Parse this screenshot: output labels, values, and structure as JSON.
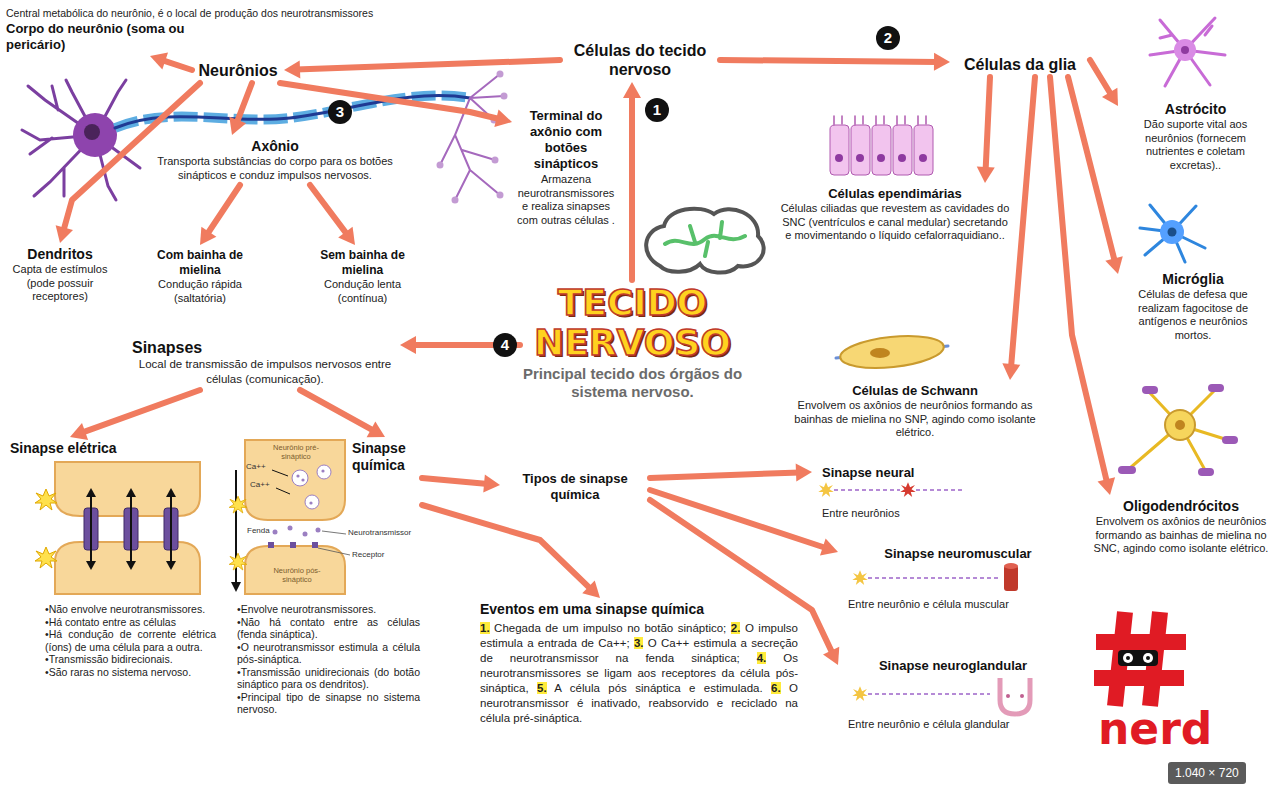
{
  "diagram": {
    "nodes": [
      {
        "text": [
          "Células do tecido nervoso"
        ]
      },
      {
        "text": [
          "Neurônios"
        ]
      },
      {
        "text": [
          "Células da glia"
        ]
      },
      {
        "text": [
          "Central metabólica do neurônio, é o local de produção dos neurotransmissores",
          "Corpo do neurônio (soma ou pericário)"
        ]
      },
      {
        "text": [
          "Axônio",
          "Transporta substâncias do corpo para os botões sinápticos e conduz impulsos nervosos."
        ]
      },
      {
        "text": [
          "Terminal do axônio com botões sinápticos",
          "Armazena neurotransmissores e realiza sinapses com outras células ."
        ]
      },
      {
        "text": [
          "Dendritos",
          "Capta de estímulos (pode possuir receptores)"
        ]
      },
      {
        "text": [
          "Com bainha de mielina",
          "Condução rápida (saltatória)"
        ]
      },
      {
        "text": [
          "Sem bainha de mielina",
          "Condução lenta (contínua)"
        ]
      },
      {
        "text": [
          "TECIDO NERVOSO",
          "Principal tecido dos órgãos do sistema nervoso."
        ]
      },
      {
        "text": [
          "Sinapses",
          "Local de transmissão de impulsos nervosos entre células (comunicação)."
        ]
      },
      {
        "text": [
          "Sinapse elétrica",
          "•Não envolve neurotransmissores.",
          "•Há contato entre as células",
          "•Há condução de corrente elétrica (íons) de uma célula para a outra.",
          "•Transmissão bidirecionais.",
          "•São raras no sistema nervoso."
        ]
      },
      {
        "text": [
          "Sinapse química",
          "•Envolve neurotransmissores.",
          "•Não há contato entre as células (fenda sináptica).",
          "•O neurotransmissor estimula a célula pós-sináptica.",
          "•Transmissão unidirecionais (do botão sináptico para os dendritos).",
          "•Principal tipo de sinapse no sistema nervoso."
        ]
      },
      {
        "text": [
          "Tipos de sinapse química"
        ]
      },
      {
        "text": [
          "Eventos em uma sinapse química",
          "1. Chegada de um impulso no botão sináptico; 2. O impulso estimula a entrada de Ca++; 3. O Ca++ estimula a secreção de neurotransmissor na fenda sináptica; 4. Os neurotransmissores se ligam aos receptores da célula pós-sináptica, 5. A célula pós sináptica e estimulada. 6. O neurotransmissor é inativado, reabsorvido e reciclado na célula pré-sináptica."
        ]
      },
      {
        "text": [
          "Sinapse neural",
          "Entre neurônios"
        ]
      },
      {
        "text": [
          "Sinapse neuromuscular",
          "Entre neurônio e célula muscular"
        ]
      },
      {
        "text": [
          "Sinapse neuroglandular",
          "Entre neurônio e célula glandular"
        ]
      },
      {
        "text": [
          "Astrócito",
          "Dão suporte vital aos neurônios (fornecem nutrientes e coletam excretas).."
        ]
      },
      {
        "text": [
          "Células ependimárias",
          "Células ciliadas que revestem as cavidades do SNC (ventrículos e canal medular) secretando e movimentando o líquido cefalorraquidiano.."
        ]
      },
      {
        "text": [
          "Micróglia",
          "Células de defesa que realizam fagocitose de antígenos e neurônios mortos."
        ]
      },
      {
        "text": [
          "Células de Schwann",
          "Envolvem os axônios de neurônios formando as bainhas de mielina no SNP, agindo como isolante elétrico."
        ]
      },
      {
        "text": [
          "Oligodendrócitos",
          "Envolvem os axônios de neurônios formando as bainhas de mielina no SNC, agindo como isolante elétrico."
        ]
      }
    ],
    "edges": [
      {
        "from": 9,
        "to": 0,
        "arrow": "to"
      },
      {
        "from": 0,
        "to": 1,
        "arrow": "to"
      },
      {
        "from": 0,
        "to": 2,
        "arrow": "to"
      },
      {
        "from": 1,
        "to": 3,
        "arrow": "to"
      },
      {
        "from": 1,
        "to": 4,
        "arrow": "to"
      },
      {
        "from": 1,
        "to": 5,
        "arrow": "to"
      },
      {
        "from": 1,
        "to": 6,
        "arrow": "to"
      },
      {
        "from": 4,
        "to": 7,
        "arrow": "to"
      },
      {
        "from": 4,
        "to": 8,
        "arrow": "to"
      },
      {
        "from": 9,
        "to": 10,
        "arrow": "to"
      },
      {
        "from": 10,
        "to": 11,
        "arrow": "to"
      },
      {
        "from": 10,
        "to": 12,
        "arrow": "to"
      },
      {
        "from": 12,
        "to": 13,
        "arrow": "to"
      },
      {
        "from": 12,
        "to": 14,
        "arrow": "to"
      },
      {
        "from": 13,
        "to": 15,
        "arrow": "to"
      },
      {
        "from": 13,
        "to": 16,
        "arrow": "to"
      },
      {
        "from": 13,
        "to": 17,
        "arrow": "to"
      },
      {
        "from": 2,
        "to": 18,
        "arrow": "to"
      },
      {
        "from": 2,
        "to": 19,
        "arrow": "to"
      },
      {
        "from": 2,
        "to": 20,
        "arrow": "to"
      },
      {
        "from": 2,
        "to": 21,
        "arrow": "to"
      },
      {
        "from": 2,
        "to": 22,
        "arrow": "to"
      }
    ],
    "labels": [
      "1",
      "2",
      "3",
      "4",
      "Neurônio pré-sináptico",
      "Ca++",
      "Ca++",
      "Fenda",
      "Neurotransmissor",
      "Receptor",
      "Neurônio pós-sináptico",
      "nerd",
      "1.040 × 720"
    ]
  }
}
